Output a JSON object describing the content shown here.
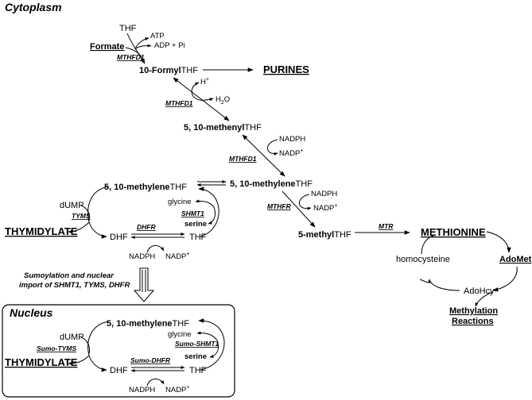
{
  "sections": {
    "cytoplasm": "Cytoplasm",
    "nucleus": "Nucleus"
  },
  "metabolites": {
    "thf_top": "THF",
    "atp": "ATP",
    "adp_pi": "ADP + Pi",
    "formate": "Formate",
    "formyl_bold": "10-Formyl",
    "formyl_tail": "THF",
    "purines": "PURINES",
    "h_plus": "H",
    "h2o_a": "H",
    "h2o_sub": "2",
    "h2o_b": "O",
    "methenyl_bold": "5, 10-methenyl",
    "methenyl_tail": "THF",
    "nadph_1": "NADPH",
    "nadp_1": "NADP",
    "methylene_left_bold": "5, 10-methylene",
    "methylene_left_tail": "THF",
    "methylene_right_bold": "5, 10-methylene",
    "methylene_right_tail": "THF",
    "dump": "dUMP",
    "glycine": "glycine",
    "serine": "serine",
    "thymidylate": "THYMIDYLATE",
    "dhf": "DHF",
    "thf_mid": "THF",
    "nadph_2": "NADPH",
    "nadp_2": "NADP",
    "nadph_3": "NADPH",
    "nadp_3": "NADP",
    "methyl_bold": "5-methyl",
    "methyl_tail": "THF",
    "methionine": "METHIONINE",
    "adomet": "AdoMet",
    "homocysteine": "homocysteine",
    "adohcy": "AdoHcy",
    "methylation_1": "Methylation",
    "methylation_2": "Reactions",
    "superscript_plus": "+",
    "n_methylene_bold": "5, 10-methylene",
    "n_methylene_tail": "THF",
    "n_dump": "dUMP",
    "n_glycine": "glycine",
    "n_serine": "serine",
    "n_thymidylate": "THYMIDYLATE",
    "n_dhf": "DHF",
    "n_thf": "THF",
    "n_nadph": "NADPH",
    "n_nadp": "NADP"
  },
  "enzymes": {
    "mthfd1_a": "MTHFD1",
    "mthfd1_b": "MTHFD1",
    "mthfd1_c": "MTHFD1",
    "shmt1": "SHMT1",
    "tyms": "TYMS",
    "dhfr": "DHFR",
    "mthfr": "MTHFR",
    "mtr": "MTR",
    "sumo_tyms": "Sumo-TYMS",
    "sumo_shmt1": "Sumo-SHMT1",
    "sumo_dhfr": "Sumo-DHFR"
  },
  "note": {
    "line1": "Sumoylation and nuclear",
    "line2": "import of SHMT1, TYMS, DHFR"
  }
}
